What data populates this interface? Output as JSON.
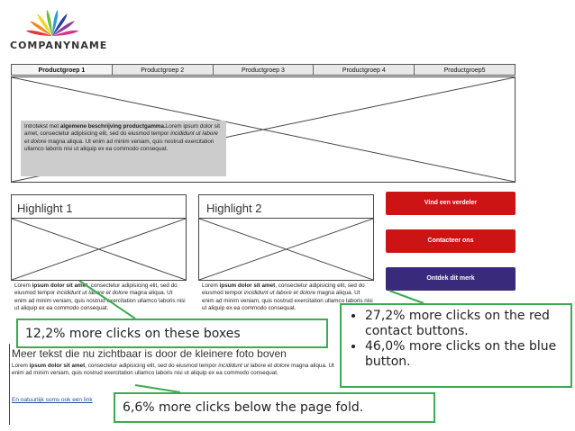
{
  "brand": {
    "name": "COMPANYNAME",
    "petal_colors": [
      "#e8343e",
      "#f28a1e",
      "#f7d21b",
      "#6cbf3e",
      "#2c9ed6",
      "#2e3f9e",
      "#8c3a9b",
      "#d8338b"
    ]
  },
  "nav": {
    "tabs": [
      {
        "label": "Productgroep 1",
        "active": true
      },
      {
        "label": "Productgroep 2"
      },
      {
        "label": "Productgroep 3"
      },
      {
        "label": "Productgroep 4"
      },
      {
        "label": "Productgroep5"
      }
    ]
  },
  "hero": {
    "intro_prefix": "Introtekst met ",
    "intro_bold": "algemene beschrijving productgamma.",
    "intro_body": "Lorem ipsum dolor sit amet, consectetur adipisicing elit, sed do eiusmod tempor ",
    "intro_italic": "incididunt ut labore et dolore",
    "intro_rest": " magna aliqua. Ut enim ad minim veniam, quis nostrud exercitation ullamco laboris nisi ut aliquip ex ea commodo consequat."
  },
  "highlights": [
    {
      "title": "Highlight 1",
      "lorem_bold": "ipsum dolor sit amet",
      "text_a": ", consectetur adipisicing elit, sed do eiusmod tempor ",
      "text_italic": "incididunt ut labore et dolore",
      "text_b": " magna aliqua. Ut enim ad minim veniam, quis nostrud exercitation ullamco laboris nisi ut aliquip ex ea commodo consequat."
    },
    {
      "title": "Highlight 2",
      "lorem_bold": "ipsum dolor sit amet",
      "text_a": ", consectetur adipisicing elit, sed do eiusmod tempor ",
      "text_italic": "incididunt ut labore et dolore",
      "text_b": " magna aliqua. Ut enim ad minim veniam, quis nostrud exercitation ullamco laboris nisi ut aliquip ex ea commodo consequat."
    }
  ],
  "lorem_word": "Lorem",
  "buttons": {
    "dealer": "Vind een verdeler",
    "contact": "Contacteer ons",
    "brand": "Ontdek dit merk",
    "red_color": "#cc1414",
    "blue_color": "#3a2a7c"
  },
  "more": {
    "title": "Meer tekst die nu zichtbaar is door de kleinere foto boven",
    "text_a": "Lorem ",
    "text_bold": "ipsum dolor sit amet",
    "text_b": ", consectetur adipisicing elit, sed do eiusmod tempor ",
    "text_italic": "incididunt ut labore et dolore",
    "text_c": " magna aliqua. Ut enim ad minim veniam, quis nostrud exercitation ullamco laboris nisi ut aliquip ex ea commodo consequat.",
    "link": "En natuurlijk soms ook een link"
  },
  "callouts": {
    "boxes": "12,2% more clicks on these boxes",
    "buttons_items": [
      "27,2% more clicks on the red contact buttons.",
      "46,0% more clicks on the blue button."
    ],
    "fold": "6,6% more clicks below the page fold.",
    "color": "#3caa52"
  }
}
